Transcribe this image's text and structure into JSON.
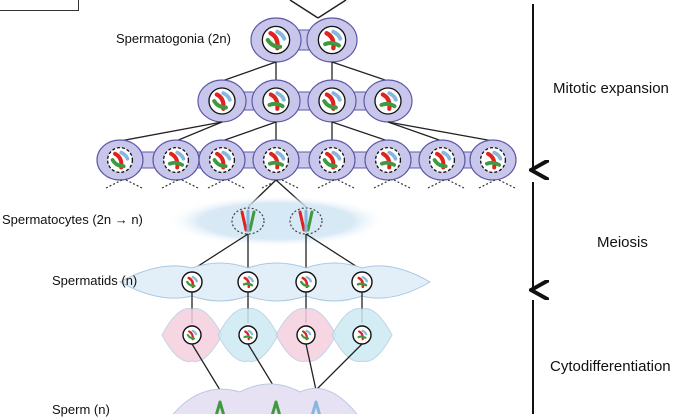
{
  "labels": {
    "spermatogonia": "Spermatogonia (2n)",
    "spermatocytes": "Spermatocytes (2n → n)",
    "spermatids": "Spermatids (n)",
    "sperm": "Sperm (n)"
  },
  "phases": [
    {
      "label": "Mitotic expansion"
    },
    {
      "label": "Meiosis"
    },
    {
      "label": "Cytodifferentiation"
    }
  ],
  "colors": {
    "spermatogonia_cell": "#c9c6ec",
    "spermatogonia_edge": "#5e59a8",
    "meiosis_glow": "#b9d7ec",
    "pink_cell": "#f6cfe0",
    "blue_cell": "#cdeaf4",
    "chromosome_red": "#e0231f",
    "chromosome_green": "#3f9a3f",
    "chromosome_blue": "#86b8dd",
    "line": "#222222"
  }
}
